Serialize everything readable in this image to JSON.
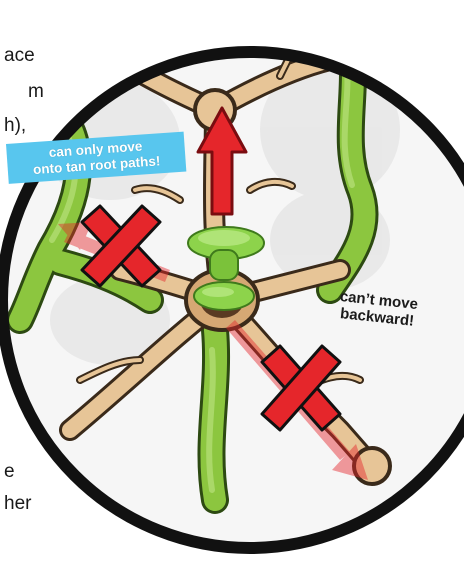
{
  "page_fragments": {
    "line1": "ace",
    "line2": "m",
    "line3": "h),",
    "line4": "e",
    "line5": "her"
  },
  "callout": {
    "line1": "can only move",
    "line2": "onto tan root paths!",
    "color": "#58c6ee"
  },
  "note": {
    "line1": "can’t move",
    "line2": "backward!"
  },
  "colors": {
    "root_tan": "#e7c597",
    "root_outline": "#3a2a1a",
    "vine_green": "#8cc63f",
    "pawn_green": "#8dd34b",
    "arrow_red": "#e5262b",
    "x_red": "#e5262b",
    "tile_white": "#f4f4f4",
    "border_black": "#111111"
  },
  "icons": {
    "pawn": "green-pawn-icon",
    "allowed_move": "red-up-arrow-icon",
    "blocked": "red-x-icon",
    "ghost_moves": "translucent-red-arrow-icon"
  }
}
